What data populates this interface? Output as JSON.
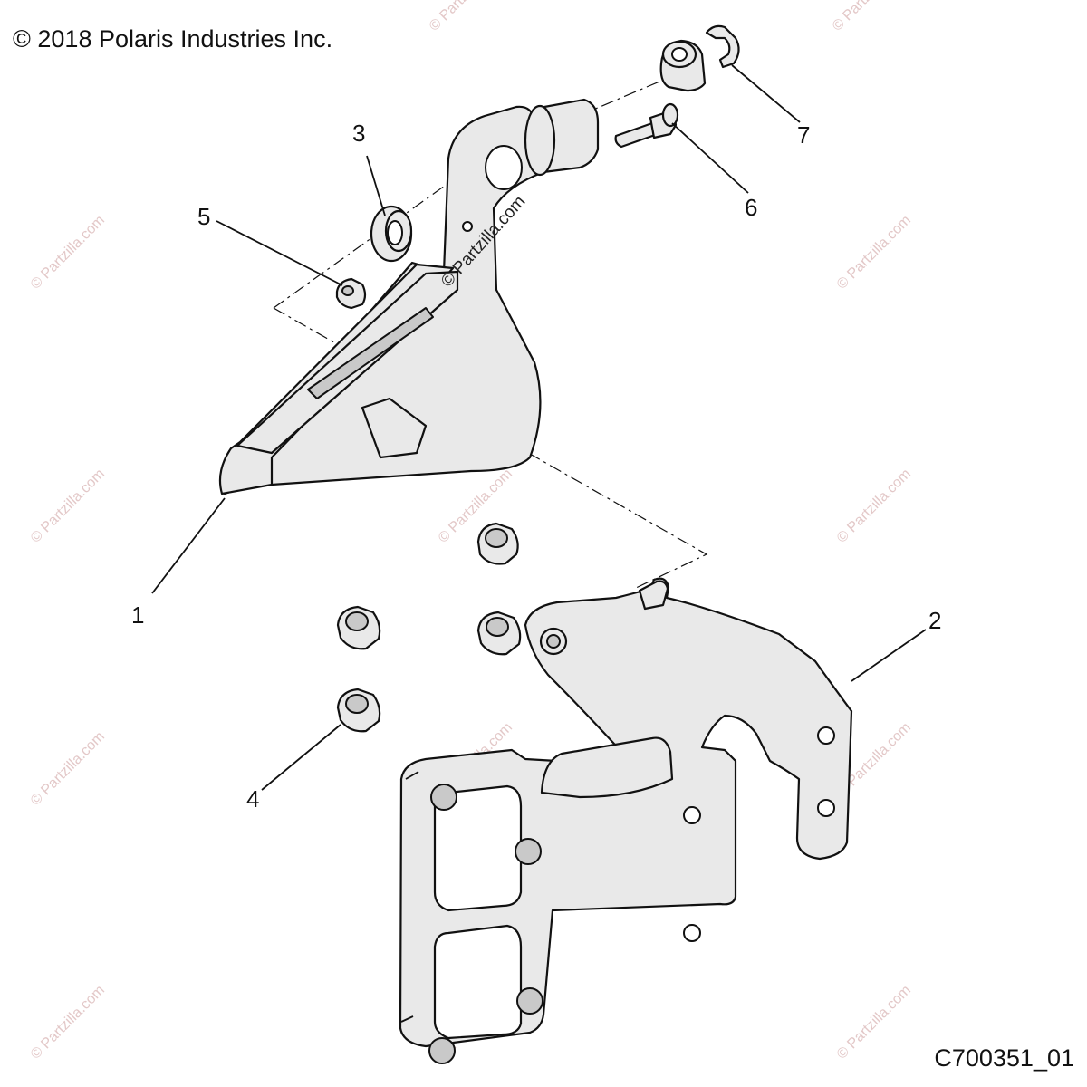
{
  "copyright": "© 2018 Polaris Industries Inc.",
  "figure_code": "C700351_01",
  "watermark_text": "© Partzilla.com",
  "callouts": {
    "c1": "1",
    "c2": "2",
    "c3": "3",
    "c4": "4",
    "c5": "5",
    "c6": "6",
    "c7": "7"
  },
  "colors": {
    "part_fill": "#e9e9e9",
    "outline": "#111111",
    "watermark": "#e3c8c8"
  }
}
